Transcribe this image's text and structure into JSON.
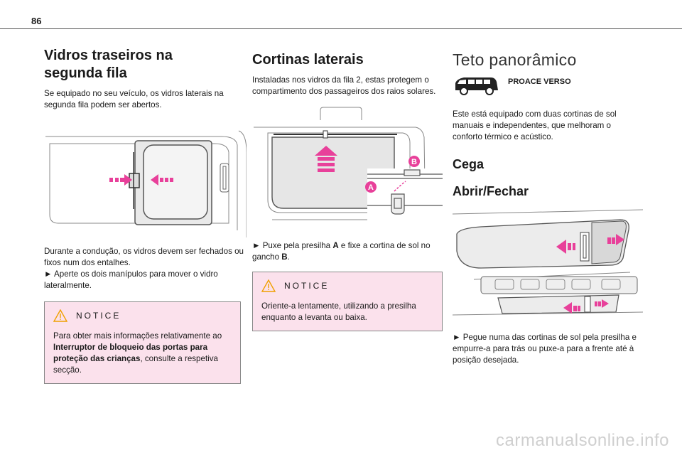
{
  "page_number": "86",
  "col1": {
    "title_line1": "Vidros traseiros na",
    "title_line2": "segunda fila",
    "intro": "Se equipado no seu veículo, os vidros laterais na segunda fila podem ser abertos.",
    "p1": "Durante a condução, os vidros devem ser fechados ou fixos num dos entalhes.",
    "p2": "► Aperte os dois manípulos para mover o vidro lateralmente.",
    "note": {
      "title": "NOTICE",
      "text_before": "Para obter mais informações relativamente ao ",
      "bold": "Interruptor de bloqueio das portas para proteção das crianças",
      "text_after": ", consulte a respetiva secção."
    }
  },
  "col2": {
    "title": "Cortinas laterais",
    "intro": "Instaladas nos vidros da fila 2, estas protegem o compartimento dos passageiros dos raios solares.",
    "label_b": "B",
    "label_a": "A",
    "step_prefix": "► Puxe pela presilha ",
    "step_a": "A",
    "step_mid": " e fixe a cortina de sol no gancho ",
    "step_b": "B",
    "step_end": ".",
    "note": {
      "title": "NOTICE",
      "text": "Oriente-a lentamente, utilizando a presilha enquanto a levanta ou baixa."
    }
  },
  "col3": {
    "title": "Teto panorâmico",
    "van_label": "PROACE VERSO",
    "intro": "Este está equipado com duas cortinas de sol manuais e independentes, que melhoram o conforto térmico e acústico.",
    "sub1": "Cega",
    "sub2": "Abrir/Fechar",
    "step": "► Pegue numa das cortinas de sol pela presilha e empurre-a para trás ou puxe-a para a frente até à posição desejada."
  },
  "watermark": "carmanualsonline.info",
  "colors": {
    "accent": "#e8409a",
    "note_bg": "#fbe1ec"
  }
}
